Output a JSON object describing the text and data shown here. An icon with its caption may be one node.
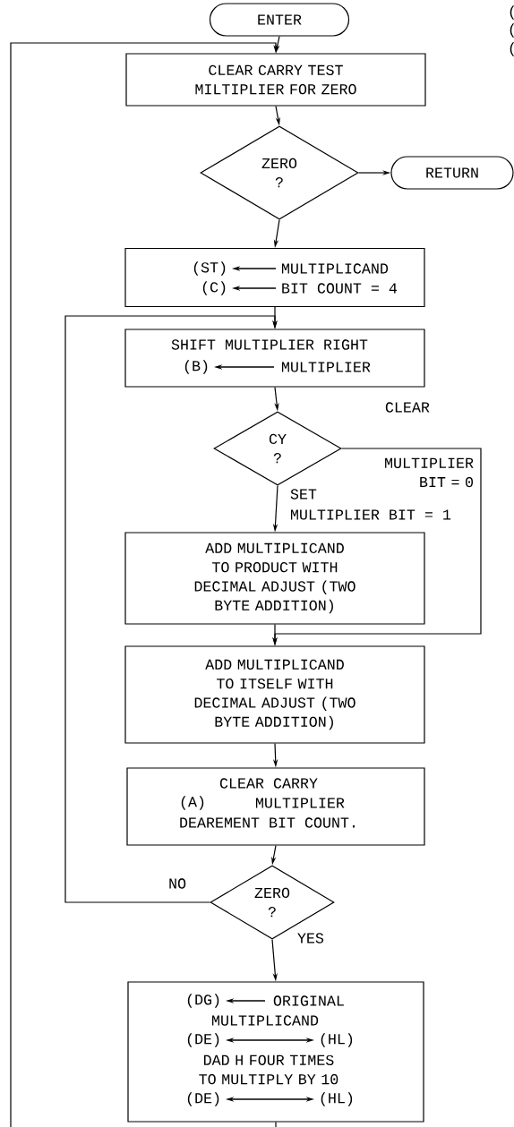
{
  "diagram": {
    "nodes": [
      {
        "text": [
          "ENTER"
        ]
      },
      {
        "text": [
          "CLEAR CARRY TEST MILTIPLIER FOR ZERO"
        ]
      },
      {
        "text": [
          "ZERO ?"
        ]
      },
      {
        "text": [
          "RETURN"
        ]
      },
      {
        "text": [
          "(ST)",
          "MULTIPLICAND",
          "(C)",
          "BIT COUNT = 4"
        ]
      },
      {
        "text": [
          "SHIFT MULTIPLIER RIGHT",
          "(B)",
          "MULTIPLIER"
        ]
      },
      {
        "text": [
          "CY ?"
        ]
      },
      {
        "text": [
          "ADD MULTIPLICAND TO PRODUCT WITH DECIMAL ADJUST (TWO BYTE ADDITION)"
        ]
      },
      {
        "text": [
          "ADD MULTIPLICAND TO ITSELF WITH DECIMAL ADJUST (TWO BYTE ADDITION)"
        ]
      },
      {
        "text": [
          "CLEAR CARRY",
          "(A)",
          "MULTIPLIER",
          "DEAREMENT BIT COUNT."
        ]
      },
      {
        "text": [
          "ZERO ?"
        ]
      },
      {
        "text": [
          "(DG)",
          "ORIGINAL",
          "MULTIPLICAND",
          "(DE)",
          "(HL)",
          "DAD H FOUR TIMES TO MULTIPLY BY 10",
          "(DE)",
          "(HL)"
        ]
      }
    ],
    "edges": [
      {
        "from": 0,
        "to": 1,
        "arrow": "to"
      },
      {
        "from": 1,
        "to": 2,
        "arrow": "to"
      },
      {
        "from": 2,
        "to": 3,
        "arrow": "to"
      },
      {
        "from": 2,
        "to": 4,
        "arrow": "to"
      },
      {
        "from": 4,
        "to": 5,
        "arrow": "to"
      },
      {
        "from": 5,
        "to": 6,
        "arrow": "to"
      },
      {
        "from": 6,
        "to": 7,
        "label": "SET",
        "arrow": "to"
      },
      {
        "from": 6,
        "to": 8,
        "label": "CLEAR",
        "arrow": "to"
      },
      {
        "from": 7,
        "to": 8,
        "arrow": "to"
      },
      {
        "from": 8,
        "to": 9,
        "arrow": "to"
      },
      {
        "from": 9,
        "to": 10,
        "arrow": "to"
      },
      {
        "from": 10,
        "to": 5,
        "label": "NO",
        "arrow": "to"
      },
      {
        "from": 10,
        "to": 11,
        "label": "YES",
        "arrow": "to"
      },
      {
        "from": null,
        "to": 1,
        "arrow": "to"
      },
      {
        "from": 11,
        "to": null,
        "arrow": "none"
      }
    ],
    "labels": [
      "(",
      "(",
      "(",
      "MULTIPLIER BIT = 0",
      "MULTIPLIER BIT = 1"
    ]
  }
}
